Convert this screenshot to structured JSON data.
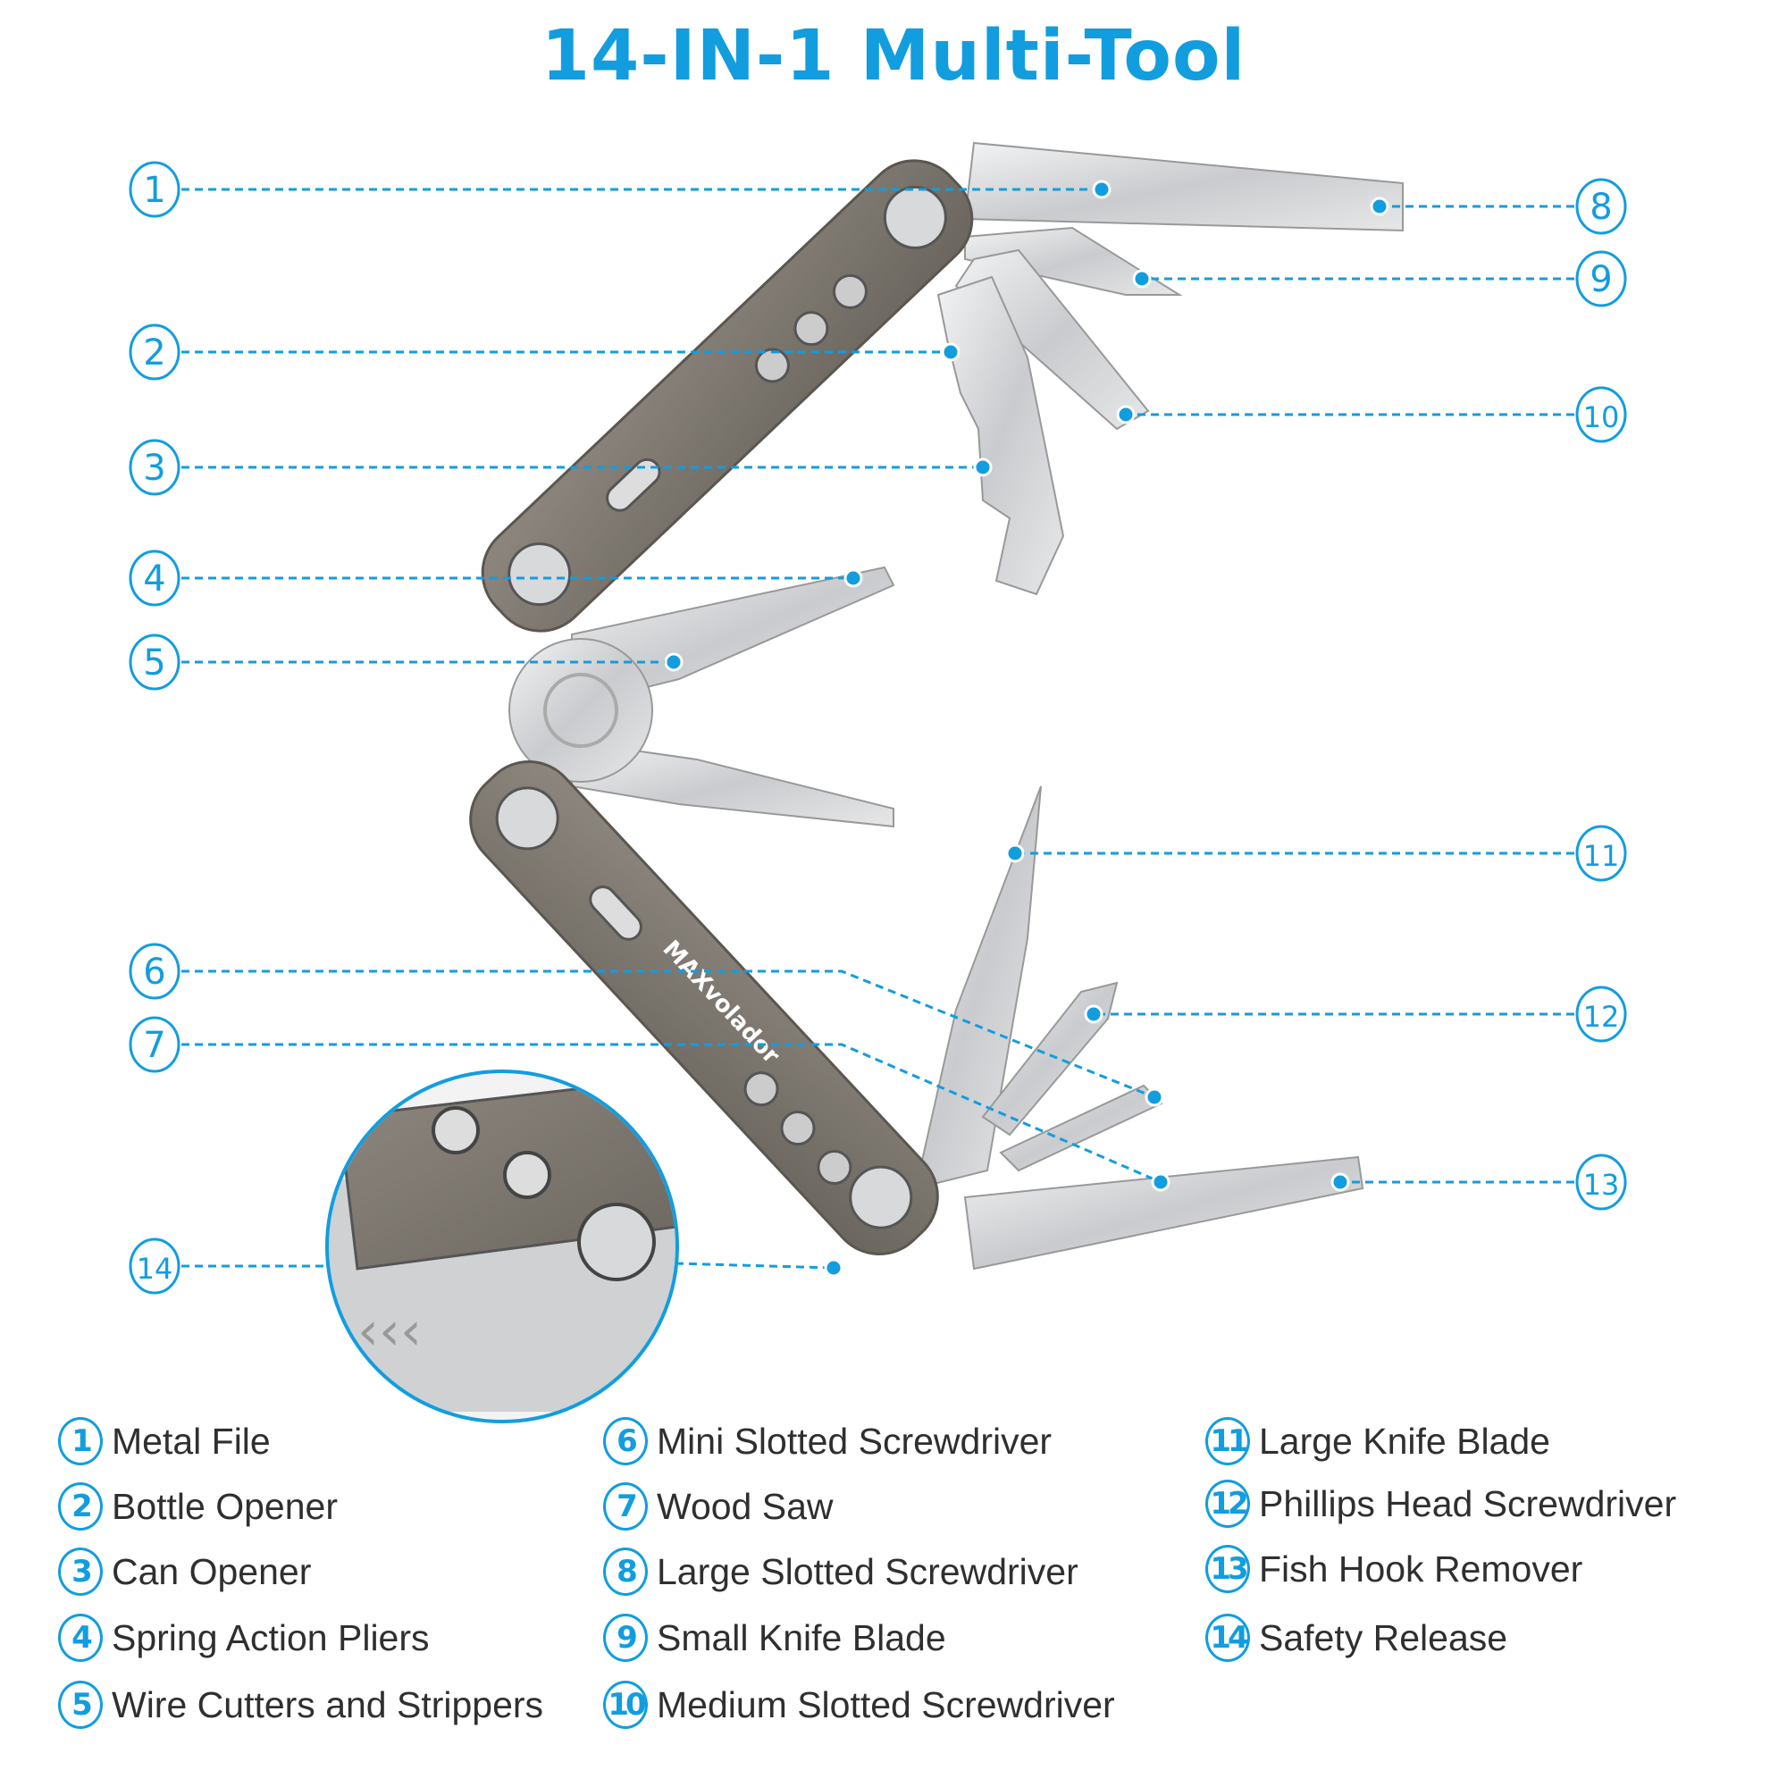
{
  "title": "14-IN-1 Multi-Tool",
  "brand": "MAXvolador",
  "colors": {
    "accent": "#129ddf",
    "handle": "#7a746c",
    "steel": "#d4d6d8",
    "text": "#2f2f2f"
  },
  "features": [
    {
      "num": "1",
      "label": "Metal File"
    },
    {
      "num": "2",
      "label": "Bottle Opener"
    },
    {
      "num": "3",
      "label": "Can Opener"
    },
    {
      "num": "4",
      "label": "Spring Action Pliers"
    },
    {
      "num": "5",
      "label": "Wire Cutters and Strippers"
    },
    {
      "num": "6",
      "label": "Mini Slotted Screwdriver"
    },
    {
      "num": "7",
      "label": "Wood Saw"
    },
    {
      "num": "8",
      "label": "Large Slotted Screwdriver"
    },
    {
      "num": "9",
      "label": "Small Knife Blade"
    },
    {
      "num": "10",
      "label": "Medium Slotted Screwdriver"
    },
    {
      "num": "11",
      "label": "Large Knife Blade"
    },
    {
      "num": "12",
      "label": "Phillips Head Screwdriver"
    },
    {
      "num": "13",
      "label": "Fish Hook Remover"
    },
    {
      "num": "14",
      "label": "Safety Release"
    }
  ]
}
